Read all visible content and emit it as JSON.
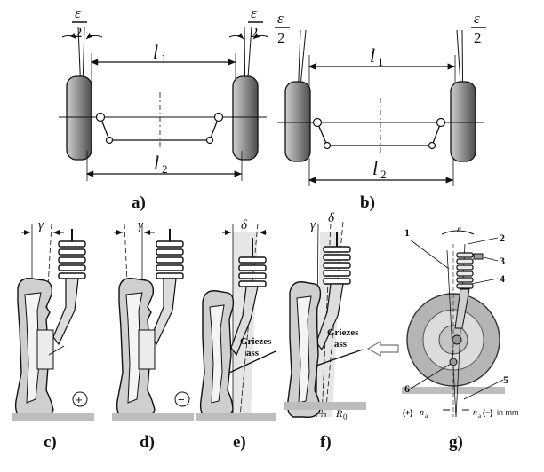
{
  "panels": {
    "a": {
      "label": "a)",
      "eps_num": "ε",
      "eps_den": "2",
      "l1": "l",
      "l1_sub": "1",
      "l2": "l",
      "l2_sub": "2"
    },
    "b": {
      "label": "b)",
      "eps_num": "ε",
      "eps_den": "2",
      "l1": "l",
      "l1_sub": "1",
      "l2": "l",
      "l2_sub": "2"
    },
    "c": {
      "label": "c)",
      "angle": "γ",
      "sign": "+"
    },
    "d": {
      "label": "d)",
      "angle": "γ",
      "sign": "−"
    },
    "e": {
      "label": "e)",
      "angle": "δ",
      "axis_label_1": "Griezes",
      "axis_label_2": "ass"
    },
    "f": {
      "label": "f)",
      "angle_1": "γ",
      "angle_2": "δ",
      "axis_label_1": "Griezes",
      "axis_label_2": "ass",
      "offset": "R",
      "offset_sub": "0"
    },
    "g": {
      "label": "g)",
      "angle": "ε",
      "callouts": [
        "1",
        "2",
        "3",
        "4",
        "5",
        "6"
      ],
      "left_scale_sign": "(+)",
      "left_scale_var": "n",
      "left_scale_sub": "a",
      "right_scale_var": "n",
      "right_scale_sub": "a",
      "right_scale_sign": "(−)",
      "right_scale_unit": "in mm"
    }
  }
}
